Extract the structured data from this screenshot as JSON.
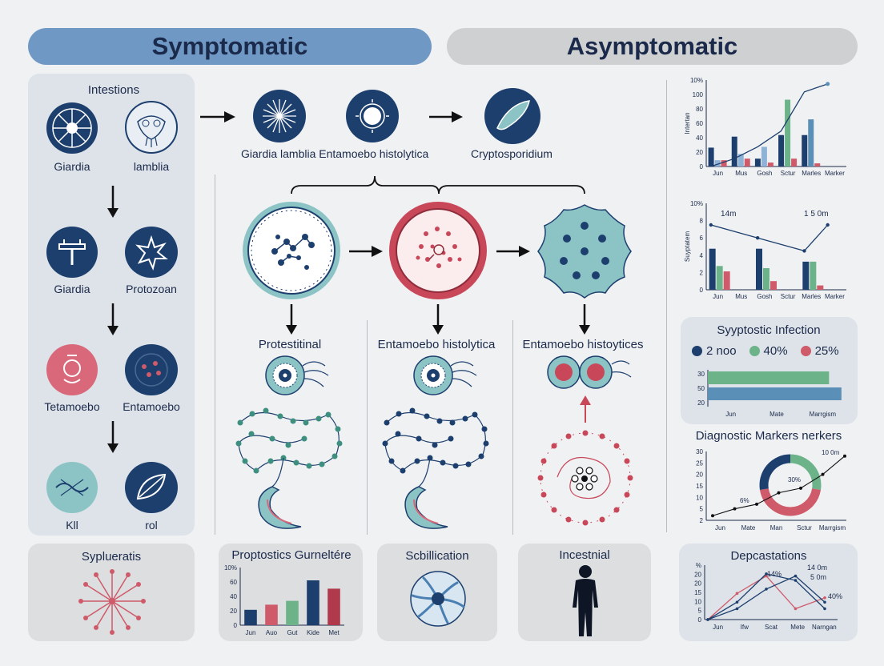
{
  "banners": {
    "left": "Symptomatic",
    "right": "Asymptomatic"
  },
  "left_panel": {
    "title": "Intestions",
    "items": [
      {
        "label": "Giardia",
        "icon": "radial-cell-icon"
      },
      {
        "label": "lamblia",
        "icon": "giardia-organism-icon"
      },
      {
        "label": "Giardia",
        "icon": "trophozoite-icon"
      },
      {
        "label": "Protozoan",
        "icon": "star-cell-icon"
      },
      {
        "label": "Tetamoebo",
        "icon": "amoeba-pink-icon"
      },
      {
        "label": "Entamoebo",
        "icon": "cyst-dots-icon"
      },
      {
        "label": "Kll",
        "icon": "worm-cluster-icon"
      },
      {
        "label": "rol",
        "icon": "leaf-organism-icon"
      }
    ]
  },
  "center": {
    "top_label_left": "Giardia lamblia Entamoebo histolytica",
    "top_label_right": "Cryptosporidium",
    "stage_labels": [
      "Protestitinal",
      "Entamoebo histolytica",
      "Entamoebo histoytices"
    ]
  },
  "bottom_panels": {
    "p1": "Syplueratis",
    "p2": "Proptostics Gurneltére",
    "p3": "Scbillication",
    "p4": "Incestnial",
    "p5": "Depcastations"
  },
  "right_panel": {
    "chart1": {
      "ylabel": "Intertan"
    },
    "chart2": {
      "ylabel": "Suyptatem",
      "ann1": "14m",
      "ann2": "1 5 0m"
    },
    "legend_box": {
      "title": "Syyptostic Infection",
      "items": [
        {
          "label": "2 noo",
          "color": "#1d3f6e"
        },
        {
          "label": "40%",
          "color": "#6cb38a"
        },
        {
          "label": "25%",
          "color": "#cf5a6a"
        }
      ]
    },
    "donut": {
      "title": "Diagnostic Markers nerkers",
      "ann_pct1": "6%",
      "ann_pct2": "30%",
      "ann_top": "10 0m"
    },
    "dep": {
      "ann1": "14 0m",
      "ann2": "14%",
      "ann3": "5 0m",
      "ann4": "40%"
    }
  },
  "chart_data": [
    {
      "type": "bar",
      "categories": [
        "Jun",
        "Mus",
        "Gosh",
        "Sctur",
        "Marles",
        "Marker"
      ],
      "ylabel": "Intertan",
      "ytick_labels": [
        "10%",
        "100",
        "80",
        "60",
        "40",
        "20",
        "0"
      ],
      "series": [
        {
          "values": [
            24,
            38,
            10,
            40,
            40
          ]
        },
        {
          "values": [
            8,
            16,
            25,
            85,
            60
          ]
        },
        {
          "values": [
            8,
            10,
            5,
            10,
            4
          ]
        }
      ],
      "line": [
        0,
        10,
        25,
        45,
        95,
        105
      ],
      "ylim": [
        0,
        110
      ]
    },
    {
      "type": "bar",
      "categories": [
        "Jun",
        "Mus",
        "Gosh",
        "Sctur",
        "Marles",
        "Marker"
      ],
      "ytick_labels": [
        "10%",
        "8",
        "6",
        "4",
        "2",
        "0"
      ],
      "series": [
        {
          "values": [
            3.8,
            3.8,
            2.6
          ]
        },
        {
          "values": [
            2.2,
            2.0,
            2.6
          ]
        },
        {
          "values": [
            1.7,
            0.8,
            0.4
          ]
        }
      ],
      "line": [
        6.0,
        4.8,
        3.6,
        6.0
      ],
      "ylim": [
        0,
        8
      ]
    },
    {
      "type": "bar",
      "categories": [
        "Jun",
        "Mate",
        "Marrgism"
      ],
      "ytick_labels": [
        "30",
        "50",
        "20"
      ],
      "values": [
        88,
        97
      ]
    },
    {
      "type": "line",
      "categories": [
        "Jun",
        "Mate",
        "Man",
        "Sctur",
        "Marrgism"
      ],
      "ytick_labels": [
        "30",
        "25",
        "20",
        "15",
        "10",
        "5",
        "2"
      ],
      "values": [
        2,
        5,
        7,
        12,
        14,
        20,
        28
      ]
    },
    {
      "type": "bar",
      "categories": [
        "Jun",
        "Auo",
        "Gut",
        "Kide",
        "Met"
      ],
      "ytick_labels": [
        "10%",
        "60",
        "40",
        "20",
        "0"
      ],
      "values": [
        24,
        32,
        38,
        70,
        57
      ],
      "ylim": [
        0,
        90
      ]
    },
    {
      "type": "line",
      "categories": [
        "Jun",
        "Ifw",
        "Scat",
        "Mete",
        "Narngan"
      ],
      "ytick_labels": [
        "%",
        "20",
        "20",
        "15",
        "10",
        "5",
        "0"
      ],
      "series": [
        {
          "values": [
            0,
            12,
            20,
            5,
            10
          ]
        },
        {
          "values": [
            0,
            8,
            21,
            18,
            5
          ]
        },
        {
          "values": [
            0,
            5,
            14,
            20,
            8
          ]
        }
      ]
    }
  ]
}
